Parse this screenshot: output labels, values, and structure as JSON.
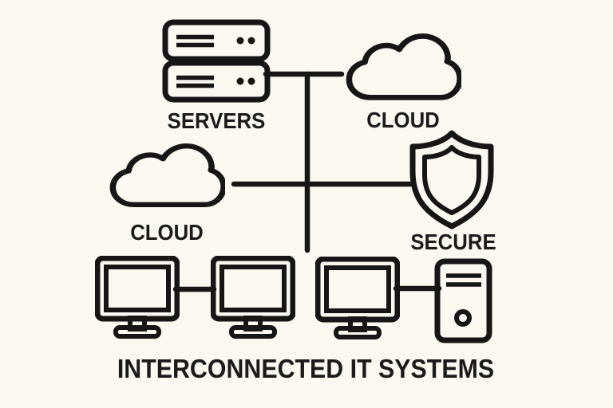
{
  "diagram": {
    "title": "INTERCONNECTED IT SYSTEMS",
    "nodes": {
      "servers": {
        "label": "SERVERS",
        "icon": "server-stack-icon"
      },
      "cloud_top": {
        "label": "CLOUD",
        "icon": "cloud-icon"
      },
      "cloud_mid": {
        "label": "CLOUD",
        "icon": "cloud-icon"
      },
      "secure": {
        "label": "SECURE",
        "icon": "shield-icon"
      },
      "workstations": {
        "icons": [
          "monitor-icon",
          "monitor-icon",
          "monitor-icon",
          "tower-pc-icon"
        ]
      }
    },
    "connections": [
      "servers - cloud_top",
      "servers - trunk (vertical)",
      "cloud_mid - secure",
      "monitor1 - monitor2",
      "monitor3 - tower_pc"
    ],
    "colors": {
      "background": "#faf8f1",
      "outline": "#161616",
      "accent_blue": "#4a98d5",
      "shape_fill": "#fdfcf7",
      "text": "#1b1b1b"
    }
  }
}
